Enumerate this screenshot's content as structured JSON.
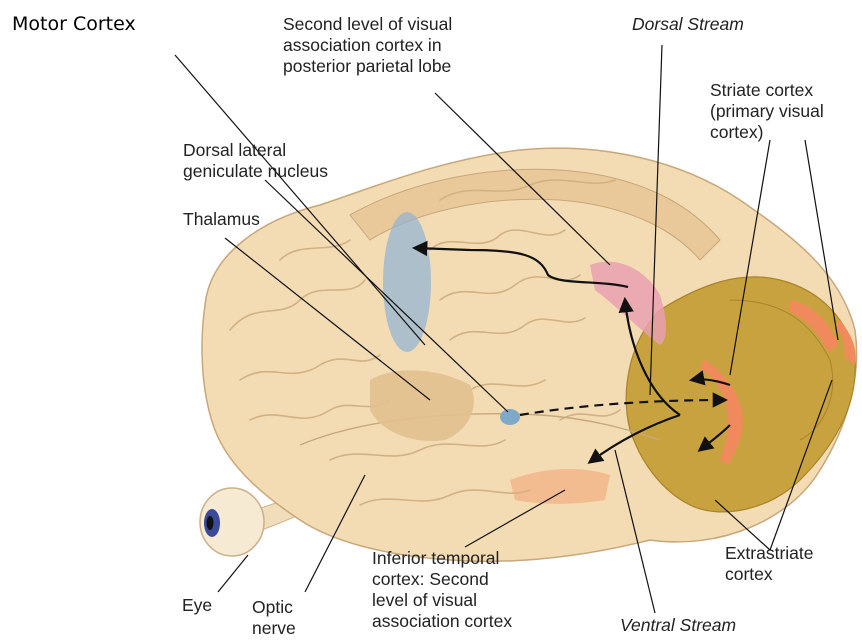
{
  "labels": {
    "motor_cortex": "Motor Cortex",
    "second_level_visual": [
      "Second level of visual",
      "association cortex in",
      "posterior parietal lobe"
    ],
    "dorsal_stream": "Dorsal Stream",
    "striate_cortex": [
      "Striate cortex",
      "(primary visual",
      "cortex)"
    ],
    "dorsal_lgn": [
      "Dorsal lateral",
      "geniculate nucleus"
    ],
    "thalamus": "Thalamus",
    "extrastriate": [
      "Extrastriate",
      "cortex"
    ],
    "eye": "Eye",
    "optic_nerve": [
      "Optic",
      "nerve"
    ],
    "inferior_temporal": [
      "Inferior temporal",
      "cortex: Second",
      "level of visual",
      "association cortex"
    ],
    "ventral_stream": "Ventral Stream"
  },
  "colors": {
    "brain": "#f3dcb4",
    "brain_shadow": "#d9b98a",
    "occipital": "#c8a23f",
    "striate": "#f08a5d",
    "parietal_highlight": "#e9a0b0",
    "temporal_highlight": "#f2b58a",
    "motor_overlay": "#8fb2d4",
    "thalamus_dot": "#7ea9c8",
    "eye_iris": "#3b4a9a"
  }
}
